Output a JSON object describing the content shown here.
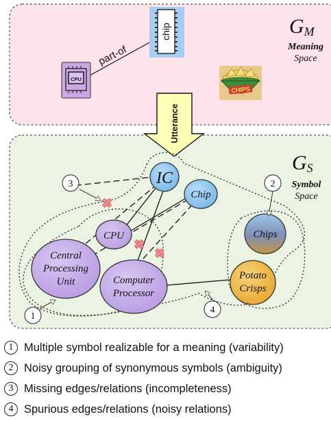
{
  "meaning_space": {
    "title_main": "G",
    "title_sub": "M",
    "label_bold": "Meaning",
    "label_regular": "Space",
    "relation_label": "part-of",
    "chip_label": "chip",
    "cpu_icon_label": "CPU",
    "chips_bag_label": "CHIPS",
    "background_color": "#fde3ea"
  },
  "arrow": {
    "label": "Utterance",
    "color": "#ffffb8"
  },
  "symbol_space": {
    "title_main": "G",
    "title_sub": "S",
    "label_bold": "Symbol",
    "label_regular": "Space",
    "background_color": "#ebf4e3",
    "nodes": {
      "ic": "IC",
      "chip": "Chip",
      "cpu": "CPU",
      "central_line1": "Central",
      "central_line2": "Processing",
      "central_line3": "Unit",
      "computer_line1": "Computer",
      "computer_line2": "Processor",
      "chips": "Chips",
      "potato_line1": "Potato",
      "potato_line2": "Crisps"
    },
    "callouts": [
      "1",
      "2",
      "3",
      "4"
    ],
    "colors": {
      "purple": "#c5ace8",
      "blue": "#8ec6ef",
      "orange": "#f1bd4a",
      "missing_mark": "#f08a8a"
    }
  },
  "legend": [
    {
      "number": "1",
      "text": "Multiple symbol realizable for a meaning (variability)"
    },
    {
      "number": "2",
      "text": "Noisy grouping of synonymous symbols (ambiguity)"
    },
    {
      "number": "3",
      "text": "Missing edges/relations (incompleteness)"
    },
    {
      "number": "4",
      "text": "Spurious edges/relations (noisy relations)"
    }
  ]
}
